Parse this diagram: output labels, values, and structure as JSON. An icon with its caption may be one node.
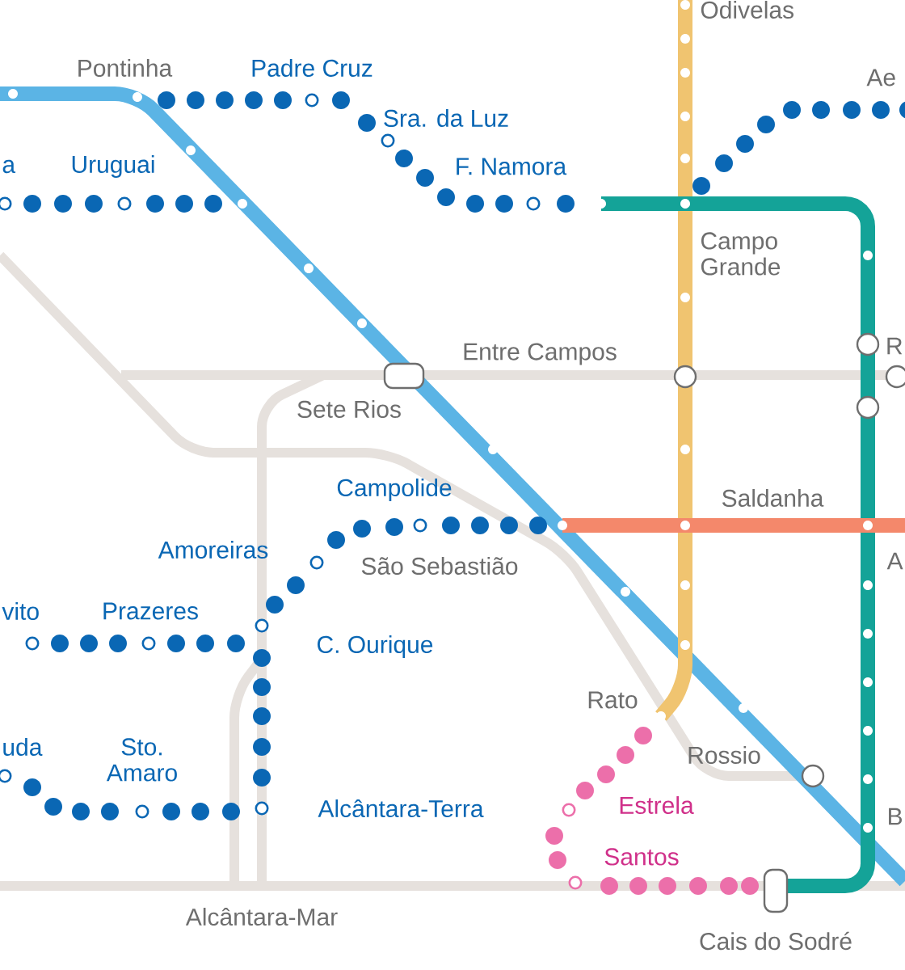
{
  "diagram": {
    "labels": [
      "Odivelas",
      "Pontinha",
      "Padre Cruz",
      "Ae",
      "Sra. da Luz",
      "a",
      "Uruguai",
      "F. Namora",
      "Campo Grande",
      "R",
      "Entre Campos",
      "Sete Rios",
      "Campolide",
      "Saldanha",
      "Amoreiras",
      "São Sebastião",
      "A",
      "vito",
      "Prazeres",
      "C. Ourique",
      "Rato",
      "uda",
      "Sto. Amaro",
      "Rossio",
      "Estrela",
      "Alcântara-Terra",
      "B",
      "Santos",
      "Alcântara-Mar",
      "Cais do Sodré"
    ]
  }
}
